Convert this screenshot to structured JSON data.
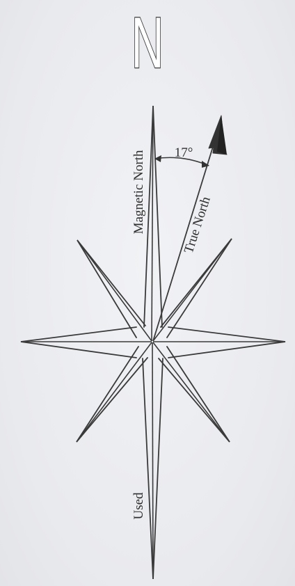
{
  "north_symbol": "N",
  "labels": {
    "magnetic_north": "Magnetic North",
    "true_north": "True North",
    "used": "Used",
    "declination": "17°"
  },
  "colors": {
    "background": "#ecedf0",
    "line": "#3a3a3a"
  }
}
